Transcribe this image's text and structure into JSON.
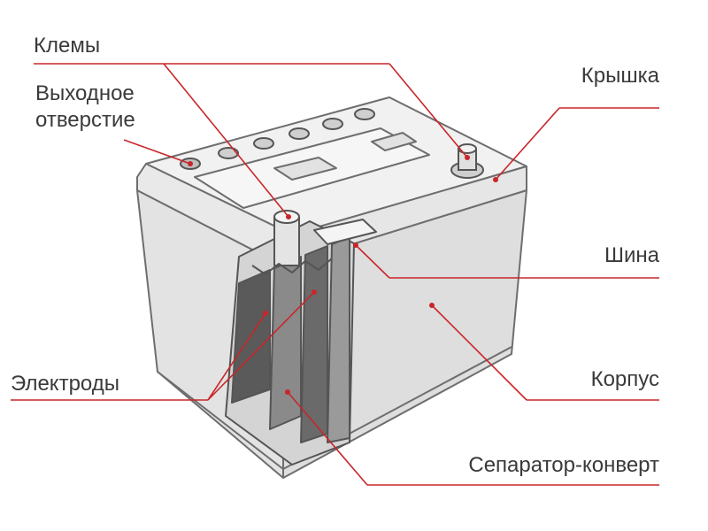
{
  "labels": {
    "terminals": "Клемы",
    "vent_line1": "Выходное",
    "vent_line2": "отверстие",
    "cover": "Крышка",
    "busbar": "Шина",
    "electrodes": "Электроды",
    "case": "Корпус",
    "separator": "Сепаратор-конверт"
  },
  "colors": {
    "leader": "#c8262a",
    "text": "#3a3a3a",
    "outline": "#6e6e6e",
    "case_fill": "#e4e4e4",
    "lid_fill": "#efefef",
    "plate_dark": "#5a5a5a"
  }
}
